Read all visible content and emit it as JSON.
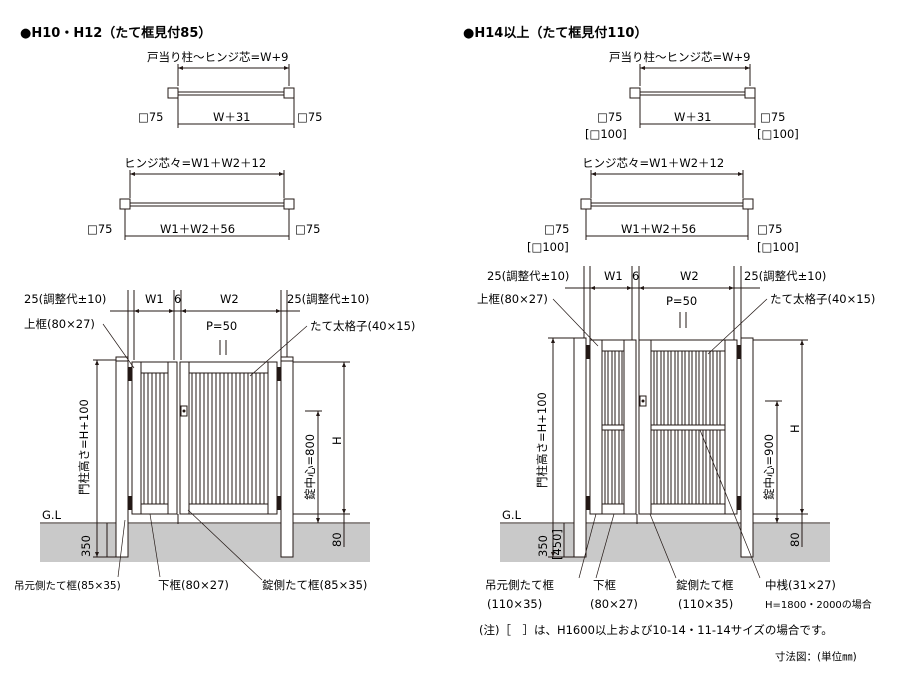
{
  "left": {
    "title": "●H10・H12（たて框見付85）",
    "plan1": {
      "top": "戸当り柱～ヒンジ芯=W+9",
      "post_l": "□75",
      "width": "W＋31",
      "post_r": "□75"
    },
    "plan2": {
      "top": "ヒンジ芯々=W1＋W2＋12",
      "post_l": "□75",
      "width": "W1＋W2＋56",
      "post_r": "□75"
    },
    "elev": {
      "adj_l": "25(調整代±10)",
      "w1": "W1",
      "gap": "6",
      "w2": "W2",
      "adj_r": "25(調整代±10)",
      "top_rail": "上框(80×27)",
      "pitch": "P=50",
      "bar": "たて太格子(40×15)",
      "post_h": "門柱高さ=H+100",
      "lock_c": "錠中心=800",
      "h": "H",
      "gl": "G.L",
      "depth": "350",
      "clear": "80",
      "hinge_stile": "吊元側たて框(85×35)",
      "bottom_rail": "下框(80×27)",
      "lock_stile": "錠側たて框(85×35)"
    }
  },
  "right": {
    "title": "●H14以上（たて框見付110）",
    "plan1": {
      "top": "戸当り柱～ヒンジ芯=W+9",
      "post_l": "□75",
      "post_l2": "[□100]",
      "width": "W＋31",
      "post_r": "□75",
      "post_r2": "[□100]"
    },
    "plan2": {
      "top": "ヒンジ芯々=W1＋W2＋12",
      "post_l": "□75",
      "post_l2": "[□100]",
      "width": "W1＋W2＋56",
      "post_r": "□75",
      "post_r2": "[□100]"
    },
    "elev": {
      "adj_l": "25(調整代±10)",
      "w1": "W1",
      "gap": "6",
      "w2": "W2",
      "adj_r": "25(調整代±10)",
      "top_rail": "上框(80×27)",
      "pitch": "P=50",
      "bar": "たて太格子(40×15)",
      "post_h": "門柱高さ=H+100",
      "lock_c": "錠中心=900",
      "h": "H",
      "gl": "G.L",
      "depth": "350",
      "depth2": "[450]",
      "clear": "80",
      "hinge_stile": "吊元側たて框",
      "hinge_stile2": "(110×35)",
      "bottom_rail": "下框",
      "bottom_rail2": "(80×27)",
      "lock_stile": "錠側たて框",
      "lock_stile2": "(110×35)",
      "mid_rail": "中桟(31×27)",
      "mid_note": "H=1800・2000の場合"
    },
    "note": "(注)［　］は、H1600以上および10-14・11-14サイズの場合です。",
    "unit": "寸法図：(単位㎜)"
  }
}
